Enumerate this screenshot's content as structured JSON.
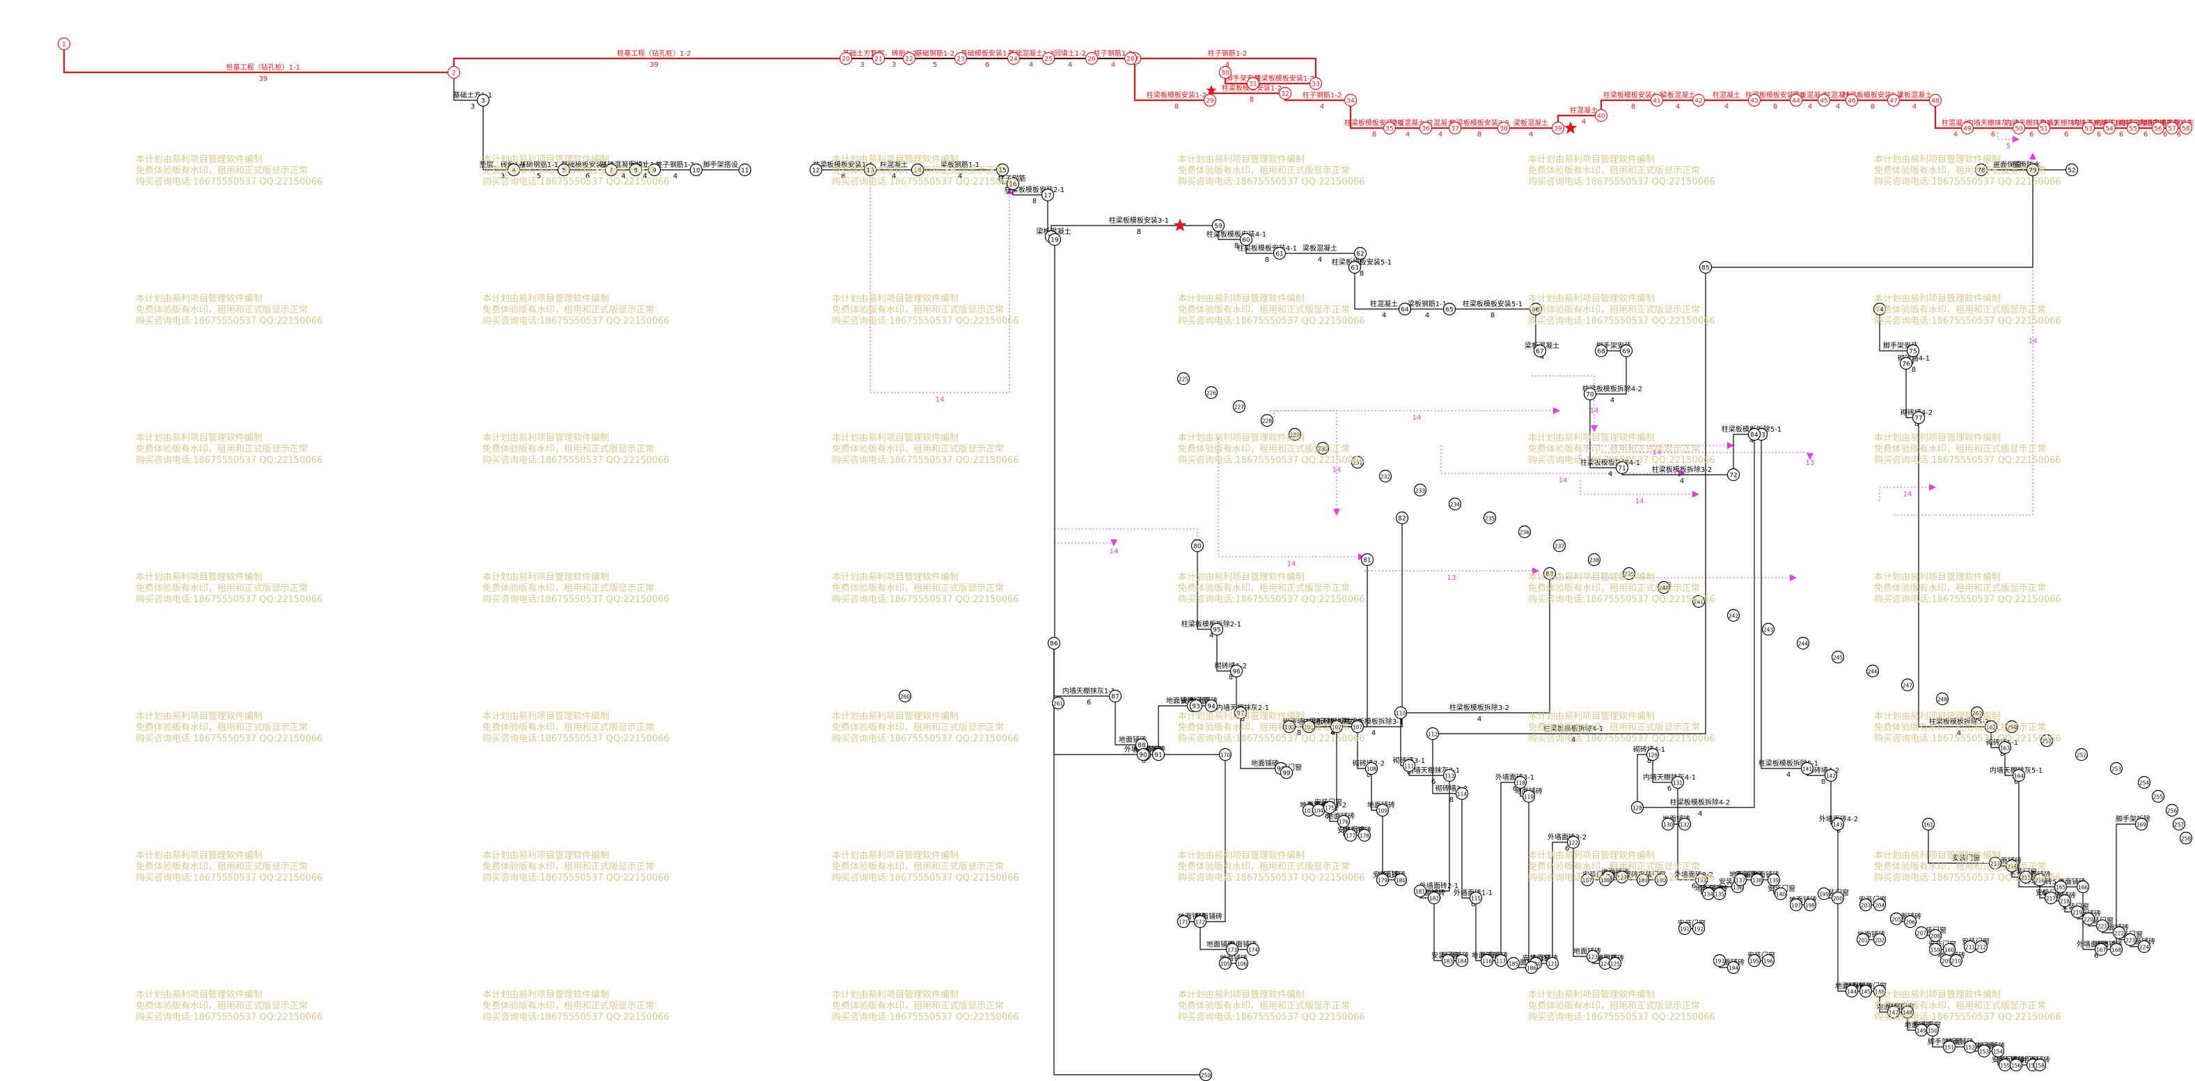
{
  "colors": {
    "critical": "#e8141c",
    "normal": "#000000",
    "virtual": "#e040e0",
    "watermark": "#d8c98a"
  },
  "watermark": {
    "line1": "本计划由易利项目管理软件编制",
    "line2": "免费体验版有水印，租用和正式版显示正常",
    "line3": "购买咨询电话:18675550537 QQ:22150066"
  },
  "nodes": [
    {
      "id": "1"
    },
    {
      "id": "2"
    },
    {
      "id": "3"
    },
    {
      "id": "4"
    },
    {
      "id": "5"
    },
    {
      "id": "7"
    },
    {
      "id": "8"
    },
    {
      "id": "9"
    },
    {
      "id": "10"
    },
    {
      "id": "11"
    },
    {
      "id": "12"
    },
    {
      "id": "13"
    },
    {
      "id": "14"
    },
    {
      "id": "15"
    },
    {
      "id": "16"
    },
    {
      "id": "17"
    },
    {
      "id": "18"
    },
    {
      "id": "19"
    },
    {
      "id": "20"
    },
    {
      "id": "21"
    },
    {
      "id": "22"
    },
    {
      "id": "23"
    },
    {
      "id": "24"
    },
    {
      "id": "25"
    },
    {
      "id": "26"
    },
    {
      "id": "27"
    },
    {
      "id": "28"
    },
    {
      "id": "29"
    },
    {
      "id": "30"
    },
    {
      "id": "31"
    },
    {
      "id": "32"
    },
    {
      "id": "33"
    },
    {
      "id": "34"
    },
    {
      "id": "35"
    },
    {
      "id": "36"
    },
    {
      "id": "37"
    },
    {
      "id": "38"
    },
    {
      "id": "39"
    },
    {
      "id": "40"
    },
    {
      "id": "41"
    },
    {
      "id": "42"
    },
    {
      "id": "43"
    },
    {
      "id": "44"
    },
    {
      "id": "45"
    },
    {
      "id": "46"
    },
    {
      "id": "47"
    },
    {
      "id": "48"
    },
    {
      "id": "49"
    },
    {
      "id": "50"
    },
    {
      "id": "51"
    },
    {
      "id": "52"
    },
    {
      "id": "53"
    },
    {
      "id": "54"
    },
    {
      "id": "55"
    },
    {
      "id": "56"
    },
    {
      "id": "57"
    },
    {
      "id": "58"
    },
    {
      "id": "59"
    },
    {
      "id": "60"
    },
    {
      "id": "61"
    },
    {
      "id": "62"
    },
    {
      "id": "63"
    },
    {
      "id": "64"
    },
    {
      "id": "65"
    },
    {
      "id": "66"
    },
    {
      "id": "67"
    },
    {
      "id": "68"
    },
    {
      "id": "69"
    },
    {
      "id": "70"
    },
    {
      "id": "71"
    },
    {
      "id": "72"
    },
    {
      "id": "73"
    },
    {
      "id": "74"
    },
    {
      "id": "75"
    },
    {
      "id": "76"
    },
    {
      "id": "77"
    },
    {
      "id": "78"
    },
    {
      "id": "79"
    },
    {
      "id": "80"
    },
    {
      "id": "81"
    },
    {
      "id": "82"
    },
    {
      "id": "83"
    },
    {
      "id": "84"
    },
    {
      "id": "85"
    },
    {
      "id": "86"
    },
    {
      "id": "87"
    },
    {
      "id": "88"
    },
    {
      "id": "89"
    },
    {
      "id": "90"
    },
    {
      "id": "91"
    },
    {
      "id": "92"
    },
    {
      "id": "93"
    },
    {
      "id": "94"
    },
    {
      "id": "95"
    },
    {
      "id": "96"
    },
    {
      "id": "97"
    },
    {
      "id": "98"
    },
    {
      "id": "99"
    },
    {
      "id": "100"
    },
    {
      "id": "101"
    },
    {
      "id": "102"
    },
    {
      "id": "103"
    },
    {
      "id": "104"
    },
    {
      "id": "105"
    },
    {
      "id": "106"
    },
    {
      "id": "107"
    },
    {
      "id": "108"
    },
    {
      "id": "109"
    },
    {
      "id": "110"
    },
    {
      "id": "111"
    },
    {
      "id": "112"
    },
    {
      "id": "113"
    },
    {
      "id": "114"
    },
    {
      "id": "115"
    },
    {
      "id": "116"
    },
    {
      "id": "117"
    },
    {
      "id": "118"
    },
    {
      "id": "119"
    },
    {
      "id": "120"
    },
    {
      "id": "121"
    },
    {
      "id": "122"
    },
    {
      "id": "123"
    },
    {
      "id": "124"
    },
    {
      "id": "125"
    },
    {
      "id": "126"
    },
    {
      "id": "127"
    },
    {
      "id": "128"
    },
    {
      "id": "129"
    },
    {
      "id": "130"
    },
    {
      "id": "131"
    },
    {
      "id": "132"
    },
    {
      "id": "133"
    },
    {
      "id": "134"
    },
    {
      "id": "135"
    },
    {
      "id": "136"
    },
    {
      "id": "137"
    },
    {
      "id": "138"
    },
    {
      "id": "139"
    },
    {
      "id": "140"
    },
    {
      "id": "141"
    },
    {
      "id": "142"
    },
    {
      "id": "143"
    },
    {
      "id": "144"
    },
    {
      "id": "145"
    },
    {
      "id": "146"
    },
    {
      "id": "147"
    },
    {
      "id": "148"
    },
    {
      "id": "149"
    },
    {
      "id": "150"
    },
    {
      "id": "151"
    },
    {
      "id": "152"
    },
    {
      "id": "153"
    },
    {
      "id": "154"
    },
    {
      "id": "155"
    },
    {
      "id": "156"
    },
    {
      "id": "157"
    },
    {
      "id": "158"
    },
    {
      "id": "159"
    },
    {
      "id": "160"
    },
    {
      "id": "161"
    },
    {
      "id": "162"
    },
    {
      "id": "163"
    },
    {
      "id": "164"
    },
    {
      "id": "165"
    },
    {
      "id": "166"
    },
    {
      "id": "167"
    },
    {
      "id": "168"
    },
    {
      "id": "169"
    },
    {
      "id": "170"
    },
    {
      "id": "171"
    },
    {
      "id": "172"
    },
    {
      "id": "173"
    },
    {
      "id": "174"
    },
    {
      "id": "175"
    },
    {
      "id": "176"
    },
    {
      "id": "177"
    },
    {
      "id": "178"
    },
    {
      "id": "179"
    },
    {
      "id": "180"
    },
    {
      "id": "181"
    },
    {
      "id": "182"
    },
    {
      "id": "183"
    },
    {
      "id": "184"
    },
    {
      "id": "185"
    },
    {
      "id": "186"
    },
    {
      "id": "187"
    },
    {
      "id": "188"
    },
    {
      "id": "189"
    },
    {
      "id": "190"
    },
    {
      "id": "191"
    },
    {
      "id": "192"
    },
    {
      "id": "193"
    },
    {
      "id": "194"
    },
    {
      "id": "195"
    },
    {
      "id": "196"
    },
    {
      "id": "197"
    },
    {
      "id": "198"
    },
    {
      "id": "199"
    },
    {
      "id": "200"
    },
    {
      "id": "201"
    },
    {
      "id": "202"
    },
    {
      "id": "203"
    },
    {
      "id": "204"
    },
    {
      "id": "205"
    },
    {
      "id": "206"
    },
    {
      "id": "207"
    },
    {
      "id": "208"
    },
    {
      "id": "209"
    },
    {
      "id": "210"
    },
    {
      "id": "211"
    },
    {
      "id": "212"
    },
    {
      "id": "213"
    },
    {
      "id": "214"
    },
    {
      "id": "215"
    },
    {
      "id": "216"
    },
    {
      "id": "217"
    },
    {
      "id": "218"
    },
    {
      "id": "219"
    },
    {
      "id": "220"
    },
    {
      "id": "221"
    },
    {
      "id": "222"
    },
    {
      "id": "223"
    },
    {
      "id": "224"
    },
    {
      "id": "225"
    },
    {
      "id": "226"
    },
    {
      "id": "227"
    },
    {
      "id": "228"
    },
    {
      "id": "229"
    },
    {
      "id": "230"
    },
    {
      "id": "231"
    },
    {
      "id": "232"
    },
    {
      "id": "233"
    },
    {
      "id": "234"
    },
    {
      "id": "235"
    },
    {
      "id": "236"
    },
    {
      "id": "237"
    },
    {
      "id": "238"
    },
    {
      "id": "239"
    },
    {
      "id": "240"
    },
    {
      "id": "241"
    },
    {
      "id": "242"
    },
    {
      "id": "243"
    },
    {
      "id": "244"
    },
    {
      "id": "245"
    },
    {
      "id": "246"
    },
    {
      "id": "247"
    },
    {
      "id": "248"
    },
    {
      "id": "249"
    },
    {
      "id": "250"
    },
    {
      "id": "251"
    },
    {
      "id": "252"
    },
    {
      "id": "253"
    },
    {
      "id": "254"
    },
    {
      "id": "255"
    },
    {
      "id": "256"
    },
    {
      "id": "257"
    },
    {
      "id": "258"
    },
    {
      "id": "259"
    },
    {
      "id": "260"
    },
    {
      "id": "261"
    }
  ],
  "activities": [
    {
      "name": "桩基工程（钻孔桩）1-1",
      "dur": "39",
      "crit": true
    },
    {
      "name": "桩基工程（钻孔桩）1-2",
      "dur": "39",
      "crit": true
    },
    {
      "name": "基础土方1-1",
      "dur": "3",
      "crit": false
    },
    {
      "name": "垫层、砖胎1-1",
      "dur": "3",
      "crit": false
    },
    {
      "name": "基础钢筋1-1",
      "dur": "5",
      "crit": false
    },
    {
      "name": "基础模板安装1-1",
      "dur": "6",
      "crit": false
    },
    {
      "name": "基础混凝土1-1",
      "dur": "4",
      "crit": false
    },
    {
      "name": "回填土1-1",
      "dur": "4",
      "crit": false
    },
    {
      "name": "柱子钢筋1-1",
      "dur": "4",
      "crit": false
    },
    {
      "name": "脚手架搭设",
      "dur": "",
      "crit": false
    },
    {
      "name": "柱梁板模板安装1-1",
      "dur": "8",
      "crit": false
    },
    {
      "name": "柱混凝土",
      "dur": "4",
      "crit": false
    },
    {
      "name": "梁板钢筋1-1",
      "dur": "4",
      "crit": false
    },
    {
      "name": "柱子钢筋",
      "dur": "",
      "crit": false
    },
    {
      "name": "柱梁板模板安装2-1",
      "dur": "8",
      "crit": false
    },
    {
      "name": "梁板混凝土",
      "dur": "4",
      "crit": false
    },
    {
      "name": "柱梁板模板安装3-1",
      "dur": "8",
      "crit": false
    },
    {
      "name": "柱梁板模板安装4-1",
      "dur": "8",
      "crit": false
    },
    {
      "name": "柱梁板模板安装5-1",
      "dur": "8",
      "crit": false
    },
    {
      "name": "基础土方1-2",
      "dur": "3",
      "crit": true
    },
    {
      "name": "垫层、砖胎1-2",
      "dur": "3",
      "crit": true
    },
    {
      "name": "基础钢筋1-2",
      "dur": "5",
      "crit": true
    },
    {
      "name": "基础模板安装1-2",
      "dur": "6",
      "crit": true
    },
    {
      "name": "基础混凝土1-2",
      "dur": "4",
      "crit": true
    },
    {
      "name": "回填土1-2",
      "dur": "4",
      "crit": true
    },
    {
      "name": "柱子钢筋1-2",
      "dur": "4",
      "crit": true
    },
    {
      "name": "柱梁板模板安装1-2",
      "dur": "8",
      "crit": true
    },
    {
      "name": "柱梁板模板安装2-2",
      "dur": "8",
      "crit": true
    },
    {
      "name": "柱梁板模板安装3-2",
      "dur": "8",
      "crit": true
    },
    {
      "name": "柱梁板模板安装4-2",
      "dur": "8",
      "crit": true
    },
    {
      "name": "柱梁板模板安装5-2",
      "dur": "8",
      "crit": true
    },
    {
      "name": "内墙天棚抹灰1-2",
      "dur": "6",
      "crit": true
    },
    {
      "name": "柱梁板模板拆除1-2",
      "dur": "4",
      "crit": false
    },
    {
      "name": "柱梁板模板拆除2-1",
      "dur": "4",
      "crit": false
    },
    {
      "name": "柱梁板模板拆除2-2",
      "dur": "4",
      "crit": false
    },
    {
      "name": "柱梁板模板拆除3-1",
      "dur": "4",
      "crit": false
    },
    {
      "name": "柱梁板模板拆除3-2",
      "dur": "4",
      "crit": false
    },
    {
      "name": "柱梁板模板拆除4-1",
      "dur": "4",
      "crit": false
    },
    {
      "name": "柱梁板模板拆除4-2",
      "dur": "4",
      "crit": false
    },
    {
      "name": "柱梁板模板拆除5-1",
      "dur": "4",
      "crit": false
    },
    {
      "name": "柱梁板模板拆除5-2",
      "dur": "4",
      "crit": false
    },
    {
      "name": "砌砖墙1-1",
      "dur": "8",
      "crit": false
    },
    {
      "name": "砌砖墙1-2",
      "dur": "8",
      "crit": false
    },
    {
      "name": "砌砖墙2-1",
      "dur": "8",
      "crit": false
    },
    {
      "name": "砌砖墙2-2",
      "dur": "8",
      "crit": false
    },
    {
      "name": "砌砖墙3-1",
      "dur": "8",
      "crit": false
    },
    {
      "name": "砌砖墙3-2",
      "dur": "8",
      "crit": false
    },
    {
      "name": "砌砖墙4-1",
      "dur": "8",
      "crit": false
    },
    {
      "name": "砌砖墙4-2",
      "dur": "8",
      "crit": false
    },
    {
      "name": "砌砖墙5-1",
      "dur": "8",
      "crit": false
    },
    {
      "name": "内墙天棚抹灰1-1",
      "dur": "6",
      "crit": false
    },
    {
      "name": "内墙天棚抹灰2-1",
      "dur": "6",
      "crit": false
    },
    {
      "name": "内墙天棚抹灰2-2",
      "dur": "6",
      "crit": false
    },
    {
      "name": "内墙天棚抹灰3-1",
      "dur": "6",
      "crit": false
    },
    {
      "name": "内墙天棚抹灰4-1",
      "dur": "6",
      "crit": false
    },
    {
      "name": "内墙天棚抹灰5-1",
      "dur": "6",
      "crit": false
    },
    {
      "name": "外墙面砖1-1",
      "dur": "6",
      "crit": false
    },
    {
      "name": "外墙面砖1-2",
      "dur": "6",
      "crit": false
    },
    {
      "name": "外墙面砖2-1",
      "dur": "6",
      "crit": false
    },
    {
      "name": "外墙面砖2-2",
      "dur": "6",
      "crit": false
    },
    {
      "name": "外墙面砖3-1",
      "dur": "6",
      "crit": false
    },
    {
      "name": "外墙面砖3-2",
      "dur": "6",
      "crit": false
    },
    {
      "name": "外墙面砖4-2",
      "dur": "6",
      "crit": false
    },
    {
      "name": "外墙面砖5-1",
      "dur": "6",
      "crit": false
    },
    {
      "name": "外墙面砖5-2",
      "dur": "6",
      "crit": false
    },
    {
      "name": "地面铺砖",
      "dur": "",
      "crit": false
    },
    {
      "name": "安装门窗",
      "dur": "",
      "crit": false
    },
    {
      "name": "屋面防水",
      "dur": "",
      "crit": false
    },
    {
      "name": "屋面保温",
      "dur": "",
      "crit": false
    },
    {
      "name": "脚手架拆除",
      "dur": "",
      "crit": false
    },
    {
      "name": "脚手架安装",
      "dur": "",
      "crit": false
    }
  ],
  "virtual_lags": [
    "14",
    "14",
    "14",
    "14",
    "14",
    "14",
    "14",
    "14",
    "14",
    "14",
    "14",
    "13",
    "13",
    "14",
    "14",
    "5"
  ]
}
